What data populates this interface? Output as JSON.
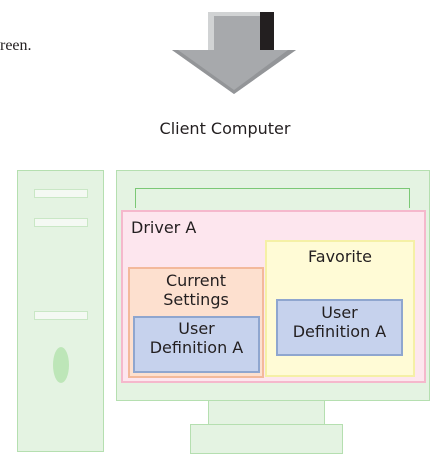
{
  "top_text": "reen.",
  "client_label": "Client Computer",
  "driver_label": "Driver A",
  "current_settings": [
    "Current",
    "Settings"
  ],
  "favorite_label": "Favorite",
  "user_definition_left": [
    "User",
    "Definition A"
  ],
  "user_definition_right": [
    "User",
    "Definition A"
  ],
  "colors": {
    "computer_fill": "#e4f3e2",
    "driver_fill": "#fde6ee",
    "current_fill": "#fde0cf",
    "favorite_fill": "#fffbd6",
    "user_definition_fill": "#c6d2ed",
    "arrow_fill": "#a7a9ac"
  }
}
